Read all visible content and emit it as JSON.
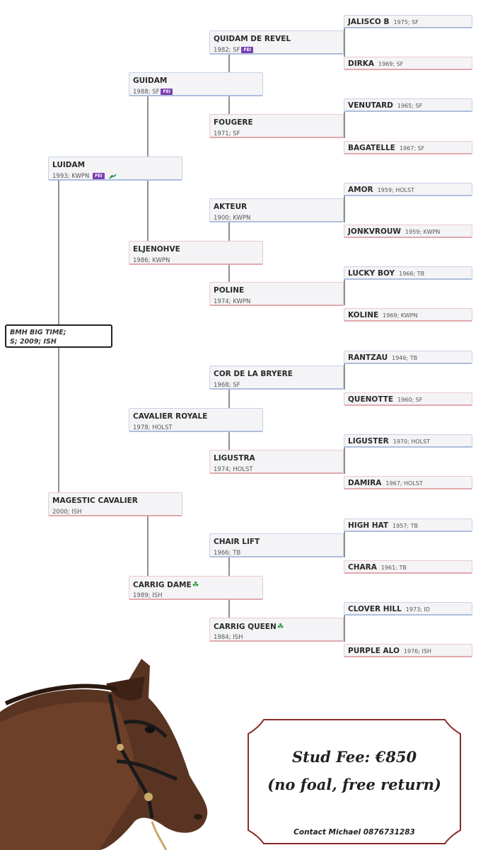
{
  "subject": {
    "line1": "BMH BIG TIME;",
    "line2": "S; 2009; ISH"
  },
  "gen1": [
    {
      "name": "LUIDAM",
      "meta": "1993; KWPN",
      "badge": "FEI",
      "jump_icon": "jumping-horse-icon"
    },
    {
      "name": "MAGESTIC CAVALIER",
      "meta": "2000; ISH"
    }
  ],
  "gen2": [
    {
      "name": "GUIDAM",
      "meta": "1988; SF",
      "badge": "FEI"
    },
    {
      "name": "ELJENOHVE",
      "meta": "1986; KWPN"
    },
    {
      "name": "CAVALIER ROYALE",
      "meta": "1978; HOLST"
    },
    {
      "name": "CARRIG DAME",
      "meta": "1989; ISH",
      "clover": "☘"
    }
  ],
  "gen3": [
    {
      "name": "QUIDAM DE REVEL",
      "meta": "1982; SF",
      "badge": "FEI"
    },
    {
      "name": "FOUGERE",
      "meta": "1971; SF"
    },
    {
      "name": "AKTEUR",
      "meta": "1900; KWPN"
    },
    {
      "name": "POLINE",
      "meta": "1974; KWPN"
    },
    {
      "name": "COR DE LA BRYERE",
      "meta": "1968; SF"
    },
    {
      "name": "LIGUSTRA",
      "meta": "1974; HOLST"
    },
    {
      "name": "CHAIR LIFT",
      "meta": "1966; TB"
    },
    {
      "name": "CARRIG QUEEN",
      "meta": "1984; ISH",
      "clover": "☘"
    }
  ],
  "gen4": [
    {
      "name": "JALISCO B",
      "meta": "1975; SF"
    },
    {
      "name": "DIRKA",
      "meta": "1969; SF"
    },
    {
      "name": "VENUTARD",
      "meta": "1965; SF"
    },
    {
      "name": "BAGATELLE",
      "meta": "1967; SF"
    },
    {
      "name": "AMOR",
      "meta": "1959; HOLST"
    },
    {
      "name": "JONKVROUW",
      "meta": "1959; KWPN"
    },
    {
      "name": "LUCKY BOY",
      "meta": "1966; TB"
    },
    {
      "name": "KOLINE",
      "meta": "1969; KWPN"
    },
    {
      "name": "RANTZAU",
      "meta": "1946; TB"
    },
    {
      "name": "QUENOTTE",
      "meta": "1960; SF"
    },
    {
      "name": "LIGUSTER",
      "meta": "1970; HOLST"
    },
    {
      "name": "DAMIRA",
      "meta": "1967; HOLST"
    },
    {
      "name": "HIGH HAT",
      "meta": "1957; TB"
    },
    {
      "name": "CHARA",
      "meta": "1961; TB"
    },
    {
      "name": "CLOVER HILL",
      "meta": "1973; ID"
    },
    {
      "name": "PURPLE ALO",
      "meta": "1976; ISH"
    }
  ],
  "stud_fee": {
    "line1": "Stud Fee: €850",
    "line2": "(no foal, free return)",
    "contact": "Contact Michael 0876731283"
  },
  "colors": {
    "sire_border": "#c7d3e6",
    "dam_border": "#ecc9cb",
    "fee_card_border": "#8b2b2b",
    "badge": "#7b3fb3"
  }
}
